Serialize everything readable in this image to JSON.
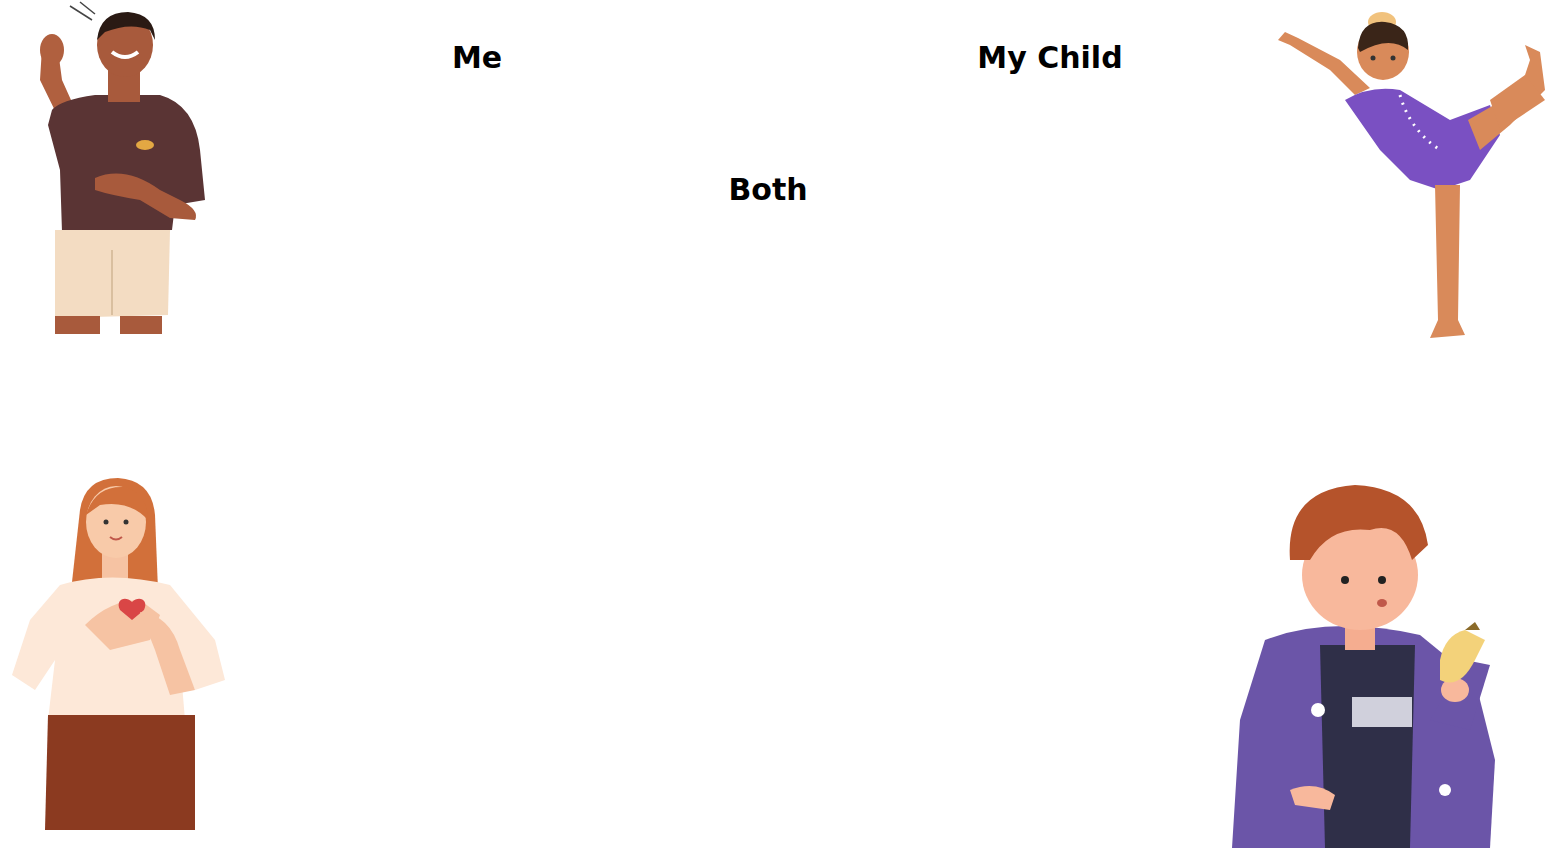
{
  "diagram": {
    "nodes": [
      {
        "text": [
          "Me"
        ]
      },
      {
        "text": [
          "My Child"
        ]
      },
      {
        "text": [
          "Both"
        ]
      }
    ]
  }
}
